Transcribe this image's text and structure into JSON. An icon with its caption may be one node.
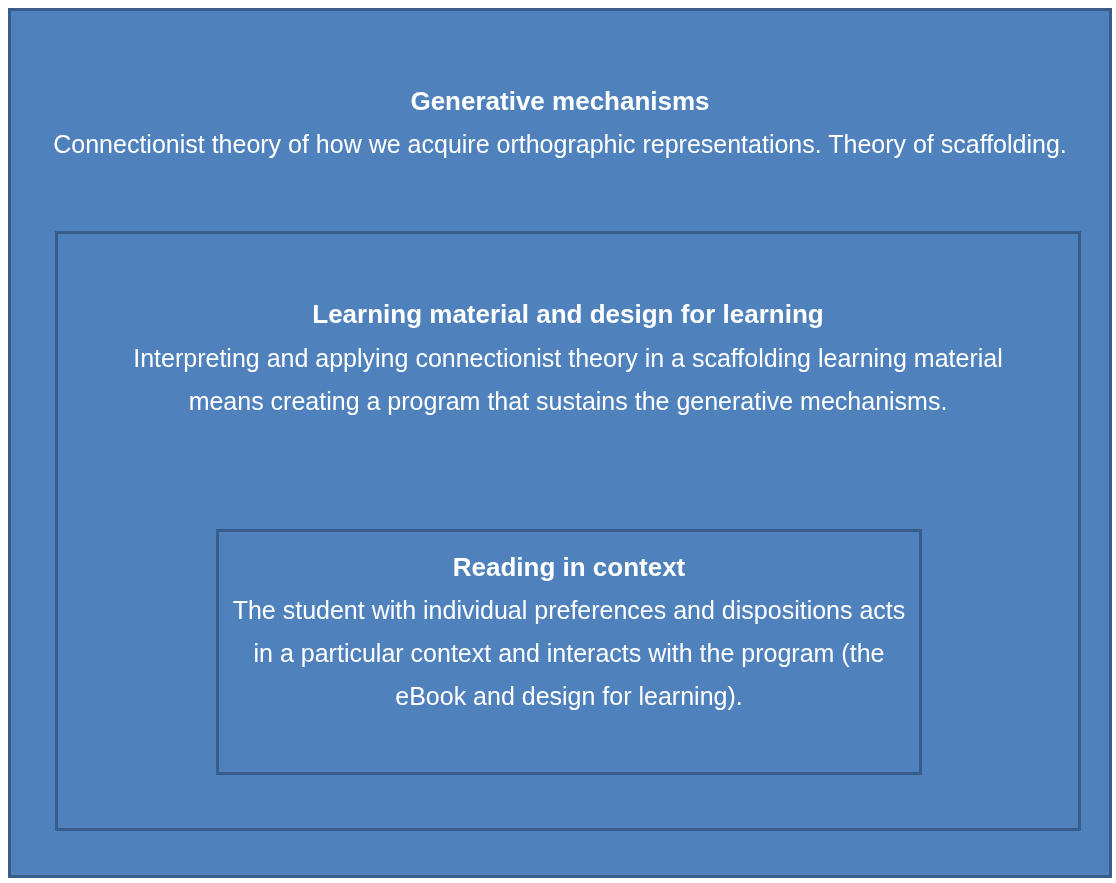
{
  "diagram": {
    "nodes": [
      {
        "text": [
          "Generative mechanisms",
          "Connectionist theory of how we acquire orthographic representations. Theory of scaffolding."
        ]
      },
      {
        "text": [
          "Learning material and design for learning",
          "Interpreting and applying connectionist theory in a scaffolding learning material means creating a program that sustains the generative mechanisms."
        ],
        "in": 0
      },
      {
        "text": [
          "Reading in context",
          "The student with individual preferences and dispositions acts in a particular context and interacts with the program (the eBook and design for learning)."
        ],
        "in": 1
      }
    ]
  }
}
